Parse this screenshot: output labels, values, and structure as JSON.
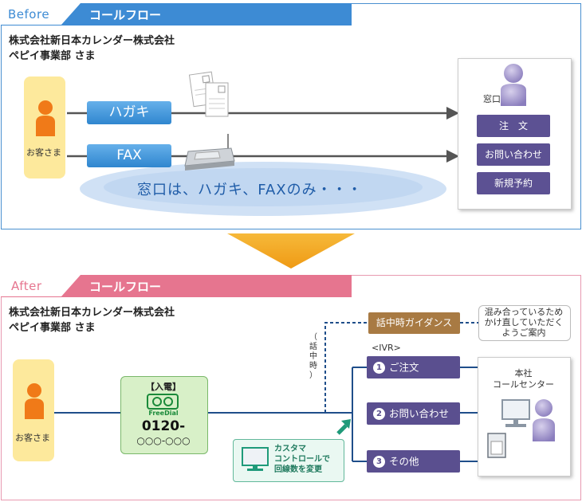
{
  "before": {
    "tab_word": "Before",
    "tab_title": "コールフロー",
    "company_line1": "株式会社新日本カレンダー株式会社",
    "company_line2": "ペピイ事業部 さま",
    "customer_label": "お客さま",
    "channels": [
      "ハガキ",
      "FAX"
    ],
    "window_label": "窓口",
    "window_buttons": [
      "注　文",
      "お問い合わせ",
      "新規予約"
    ],
    "cloud_text": "窓口は、ハガキ、FAXのみ・・・"
  },
  "after": {
    "tab_word": "After",
    "tab_title": "コールフロー",
    "company_line1": "株式会社新日本カレンダー株式会社",
    "company_line2": "ペピイ事業部 さま",
    "customer_label": "お客さま",
    "incoming_label": "【入電】",
    "freedial_label": "FreeDial",
    "phone_prefix": "0120-",
    "phone_rest": "○○○-○○○",
    "busy_vertical": [
      "（",
      "話",
      "中",
      "時",
      "）"
    ],
    "busy_guidance": "話中時ガイダンス",
    "busy_message_line1": "混み合っているため",
    "busy_message_line2": "かけ直していただく",
    "busy_message_line3": "ようご案内",
    "ivr_label": "<IVR>",
    "ivr_options": [
      {
        "num": "1",
        "label": "ご注文"
      },
      {
        "num": "2",
        "label": "お問い合わせ"
      },
      {
        "num": "3",
        "label": "その他"
      }
    ],
    "hq_line1": "本社",
    "hq_line2": "コールセンター",
    "custom_line1": "カスタマ",
    "custom_line2": "コントロールで",
    "custom_line3": "回線数を変更"
  },
  "colors": {
    "before_accent": "#3d8bd4",
    "after_accent": "#e6758f",
    "purple": "#5a4f8f",
    "brown": "#a87a43",
    "line_navy": "#1f4e8a",
    "arrow_orange": "#f0a020"
  }
}
